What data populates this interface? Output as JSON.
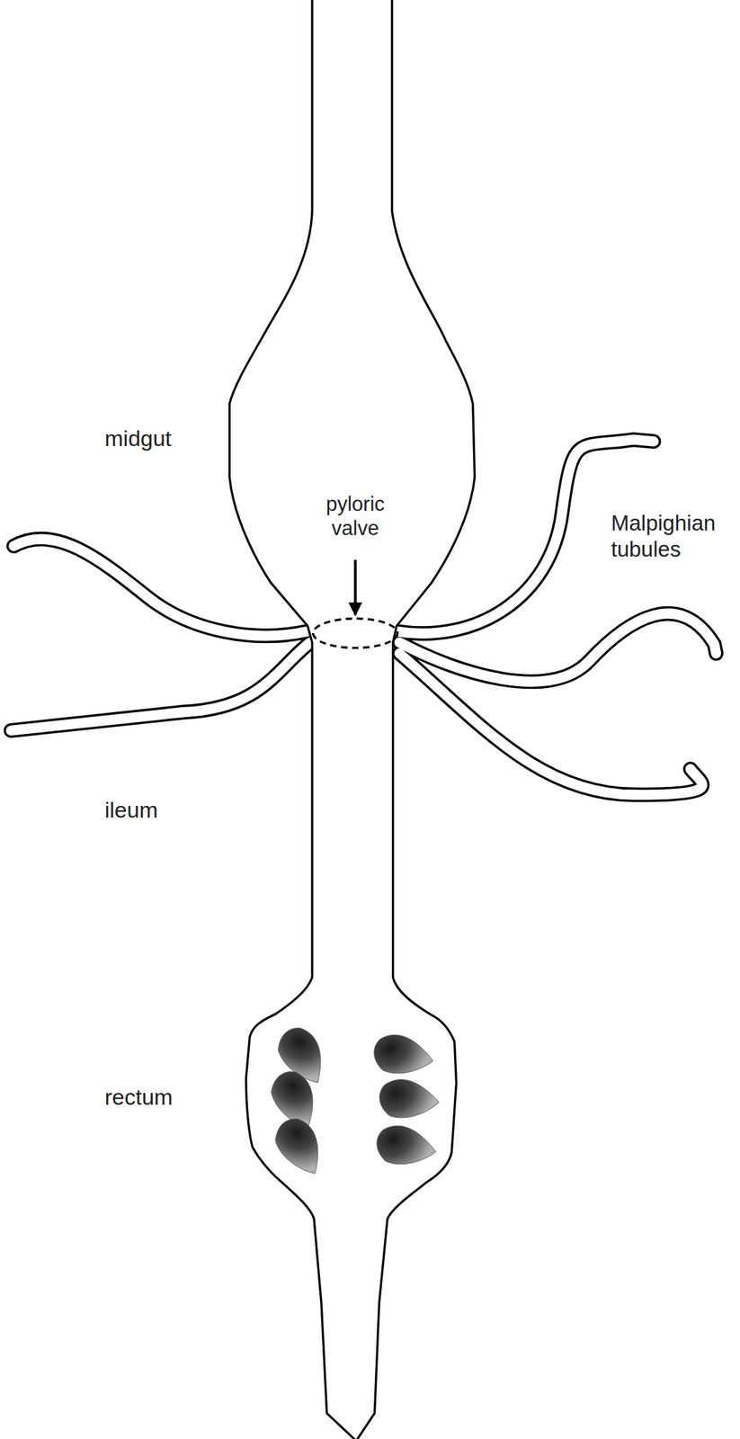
{
  "diagram": {
    "labels": [
      "midgut",
      "pyloric valve",
      "Malpighian tubules",
      "ileum",
      "rectum"
    ]
  }
}
